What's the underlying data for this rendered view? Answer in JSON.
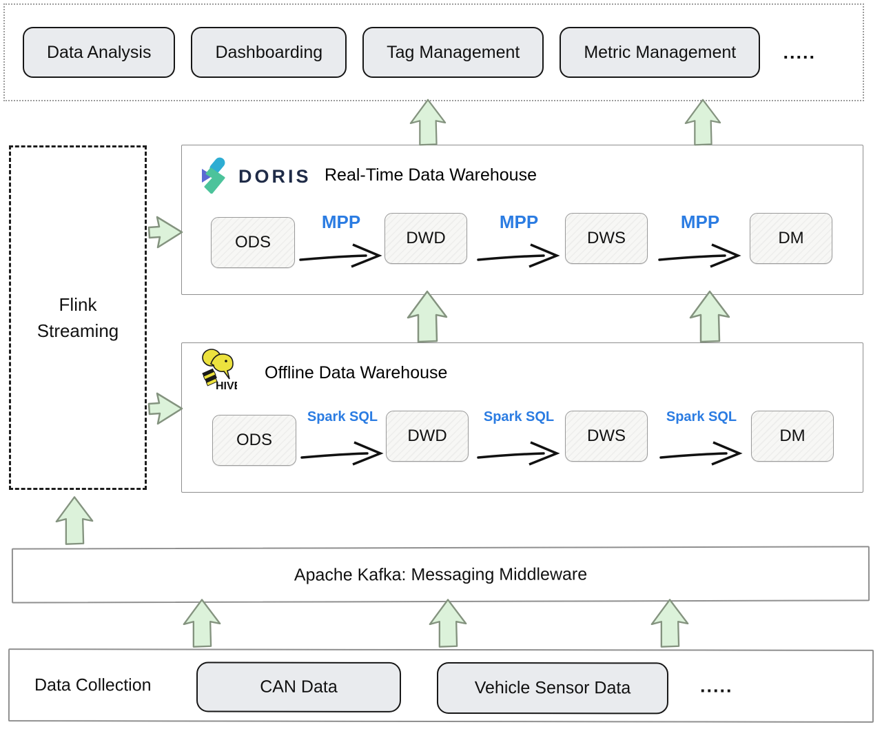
{
  "colors": {
    "edge_label_blue": "#2b7ce2",
    "arrow_green_fill": "#dcf2da",
    "arrow_green_stroke": "#84937f",
    "node_gray": "#e9ebee",
    "doris_navy": "#1f2b47"
  },
  "top_services": {
    "items": [
      "Data Analysis",
      "Dashboarding",
      "Tag Management",
      "Metric Management"
    ],
    "more": "....."
  },
  "realtime": {
    "brand": "DORIS",
    "title": "Real-Time Data Warehouse",
    "stages": [
      "ODS",
      "DWD",
      "DWS",
      "DM"
    ],
    "edges": [
      "MPP",
      "MPP",
      "MPP"
    ]
  },
  "offline": {
    "brand": "HIVE",
    "title": "Offline Data Warehouse",
    "stages": [
      "ODS",
      "DWD",
      "DWS",
      "DM"
    ],
    "edges": [
      "Spark SQL",
      "Spark SQL",
      "Spark SQL"
    ]
  },
  "flink": {
    "line1": "Flink",
    "line2": "Streaming"
  },
  "kafka": {
    "title": "Apache Kafka: Messaging Middleware"
  },
  "collection": {
    "title": "Data Collection",
    "items": [
      "CAN Data",
      "Vehicle Sensor Data"
    ],
    "more": "....."
  }
}
